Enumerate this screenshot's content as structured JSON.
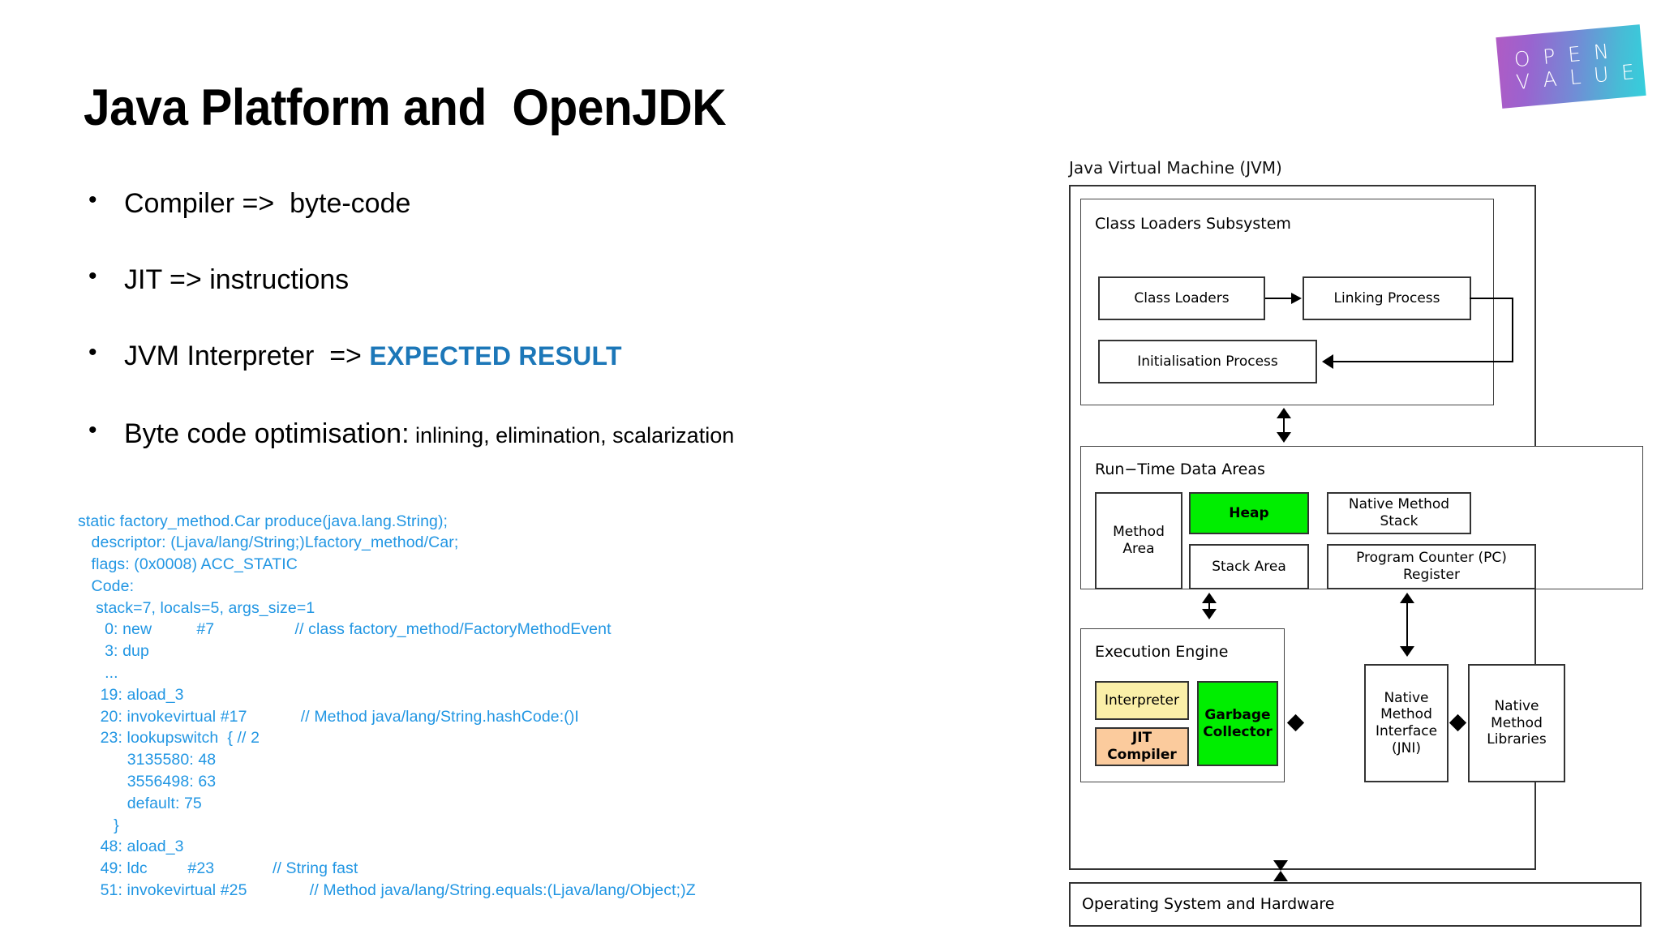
{
  "logo": {
    "line1": "O P E N",
    "line2": "V A L U E",
    "name": "openvalue-logo",
    "gradient_from": "#b05bc4",
    "gradient_to": "#35cfdc"
  },
  "slide": {
    "title": "Java Platform and  OpenJDK",
    "accent_color": "#1c77b8",
    "code_color": "#2196e3"
  },
  "bullets": [
    {
      "marker": "•",
      "text": "Compiler =>  byte-code"
    },
    {
      "marker": "•",
      "text": "JIT => instructions"
    },
    {
      "marker": "•",
      "text": "JVM Interpreter  => ",
      "highlight": "EXPECTED RESULT"
    },
    {
      "marker": "•",
      "text": "Byte code optimisation:",
      "trailing": " inlining, elimination, scalarization"
    }
  ],
  "code_block": "static factory_method.Car produce(java.lang.String);\n   descriptor: (Ljava/lang/String;)Lfactory_method/Car;\n   flags: (0x0008) ACC_STATIC\n   Code:\n    stack=7, locals=5, args_size=1\n      0: new          #7                  // class factory_method/FactoryMethodEvent\n      3: dup\n      ...\n     19: aload_3\n     20: invokevirtual #17            // Method java/lang/String.hashCode:()I\n     23: lookupswitch  { // 2\n           3135580: 48\n           3556498: 63\n           default: 75\n        }\n     48: aload_3\n     49: ldc         #23             // String fast\n     51: invokevirtual #25              // Method java/lang/String.equals:(Ljava/lang/Object;)Z",
  "diagram": {
    "caption": "Java Virtual Machine (JVM)",
    "class_loaders_subsystem": {
      "title": "Class Loaders Subsystem",
      "nodes": [
        {
          "id": "class-loaders",
          "label": "Class Loaders"
        },
        {
          "id": "linking-process",
          "label": "Linking Process"
        },
        {
          "id": "initialisation-process",
          "label": "Initialisation Process"
        }
      ]
    },
    "runtime_data_areas": {
      "title": "Run−Time Data Areas",
      "nodes": [
        {
          "id": "method-area",
          "label": "Method\nArea",
          "fill": "#ffffff",
          "bold": false
        },
        {
          "id": "heap",
          "label": "Heap",
          "fill": "#00ee00",
          "bold": true
        },
        {
          "id": "stack-area",
          "label": "Stack Area",
          "fill": "#ffffff",
          "bold": false
        },
        {
          "id": "native-method-stack",
          "label": "Native Method Stack",
          "fill": "#ffffff",
          "bold": false
        },
        {
          "id": "pc-register",
          "label": "Program Counter (PC) Register",
          "fill": "#ffffff",
          "bold": false
        }
      ]
    },
    "execution_engine": {
      "title": "Execution Engine",
      "nodes": [
        {
          "id": "interpreter",
          "label": "Interpreter",
          "fill": "#faefa8",
          "bold": false
        },
        {
          "id": "jit-compiler",
          "label": "JIT Compiler",
          "fill": "#fbcb9d",
          "bold": true
        },
        {
          "id": "garbage-collector",
          "label": "Garbage\nCollector",
          "fill": "#00ee00",
          "bold": true
        }
      ]
    },
    "native": [
      {
        "id": "jni",
        "label": "Native\nMethod\nInterface\n(JNI)"
      },
      {
        "id": "native-method-libraries",
        "label": "Native\nMethod\nLibraries"
      }
    ],
    "os_bar": {
      "label": "Operating System and Hardware"
    }
  }
}
